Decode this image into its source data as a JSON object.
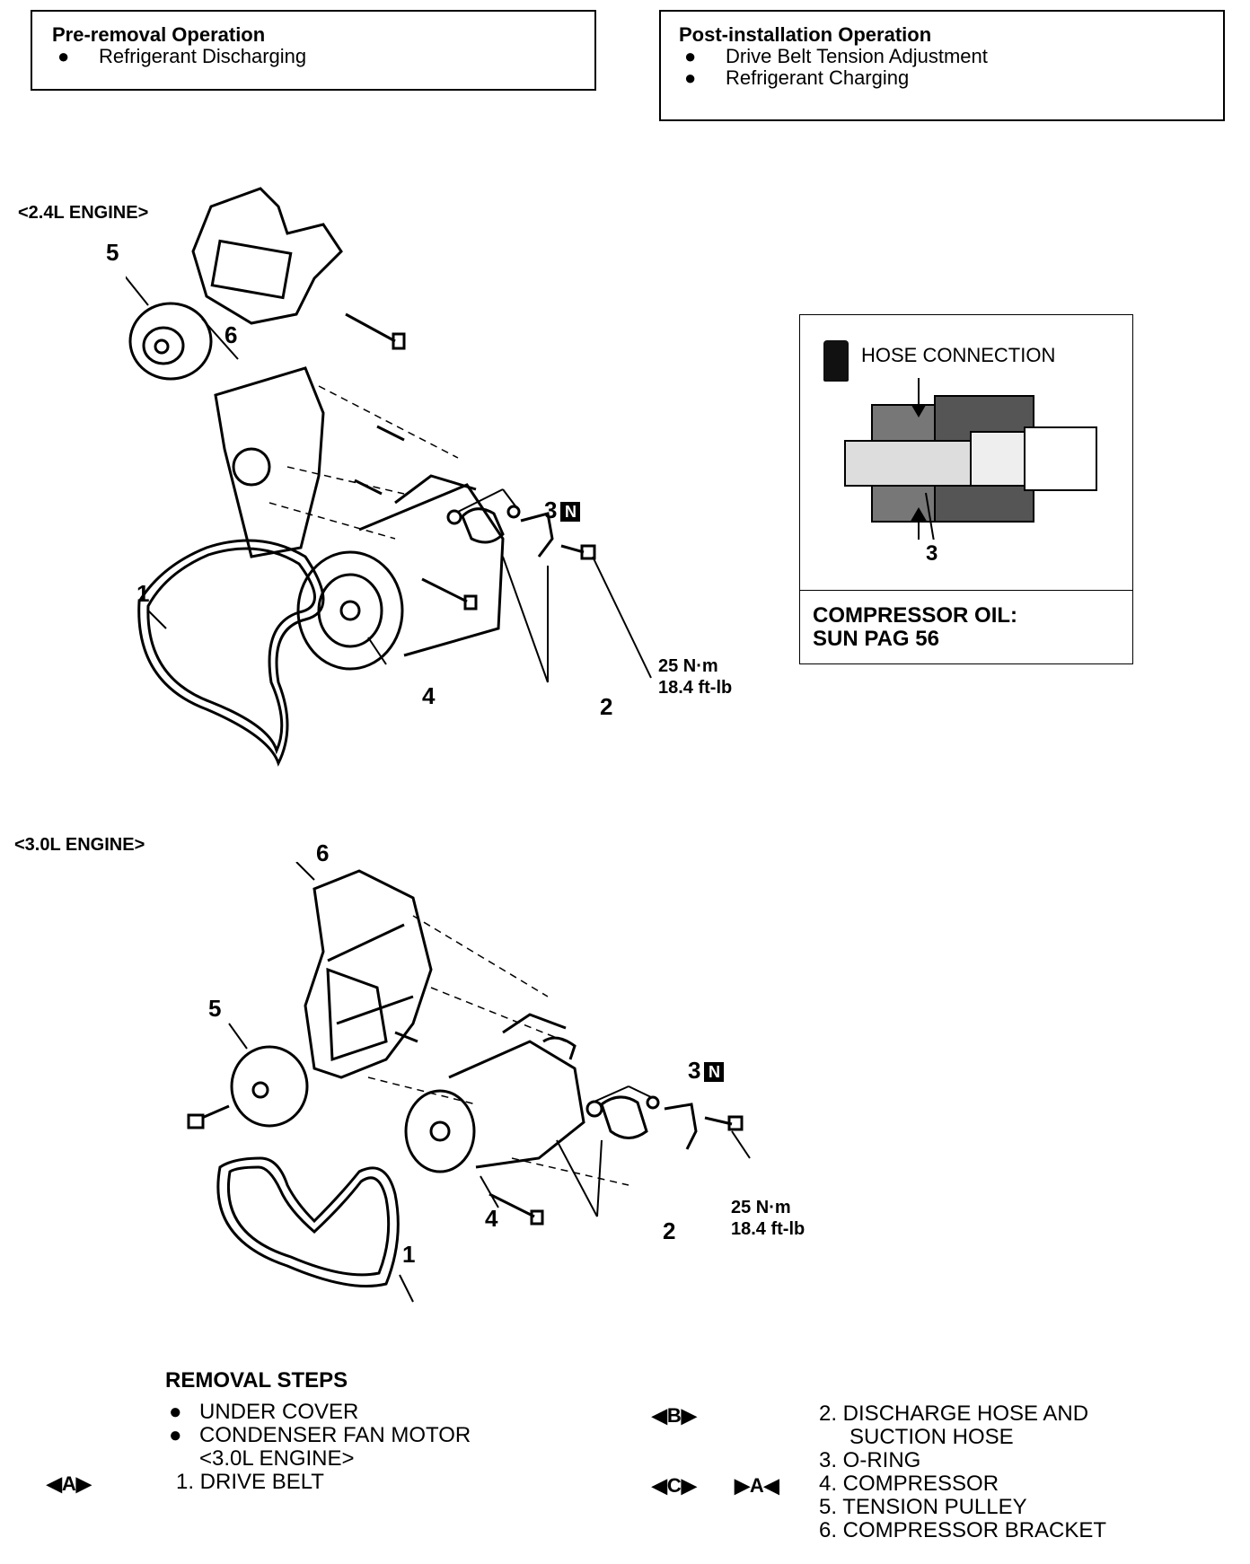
{
  "pre_removal": {
    "title": "Pre-removal Operation",
    "items": [
      "Refrigerant Discharging"
    ]
  },
  "post_installation": {
    "title": "Post-installation Operation",
    "items": [
      "Drive Belt Tension Adjustment",
      "Refrigerant Charging"
    ]
  },
  "engine_24": {
    "label": "<2.4L ENGINE>",
    "callouts": {
      "n1": "1",
      "n2": "2",
      "n3": "3",
      "n4": "4",
      "n5": "5",
      "n6": "6"
    },
    "torque_nm": "25 N·m",
    "torque_ftlb": "18.4 ft-lb"
  },
  "engine_30": {
    "label": "<3.0L ENGINE>",
    "callouts": {
      "n1": "1",
      "n2": "2",
      "n3": "3",
      "n4": "4",
      "n5": "5",
      "n6": "6"
    },
    "torque_nm": "25 N·m",
    "torque_ftlb": "18.4 ft-lb"
  },
  "badge_n": "N",
  "hose_panel": {
    "title": "HOSE CONNECTION",
    "callout": "3",
    "oil_line1": "COMPRESSOR OIL:",
    "oil_line2": "SUN PAG 56"
  },
  "removal": {
    "title": "REMOVAL STEPS",
    "bullets": [
      "UNDER COVER",
      "CONDENSER FAN MOTOR"
    ],
    "bullet_sub": "<3.0L ENGINE>",
    "mark_a": "◀A▶",
    "step1": "1. DRIVE BELT",
    "mark_b": "◀B▶",
    "step2a": "2. DISCHARGE HOSE AND",
    "step2b": "SUCTION HOSE",
    "step3": "3. O-RING",
    "mark_c": "◀C▶",
    "mark_a2": "▶A◀",
    "step4": "4. COMPRESSOR",
    "step5": "5. TENSION PULLEY",
    "step6": "6. COMPRESSOR BRACKET"
  }
}
